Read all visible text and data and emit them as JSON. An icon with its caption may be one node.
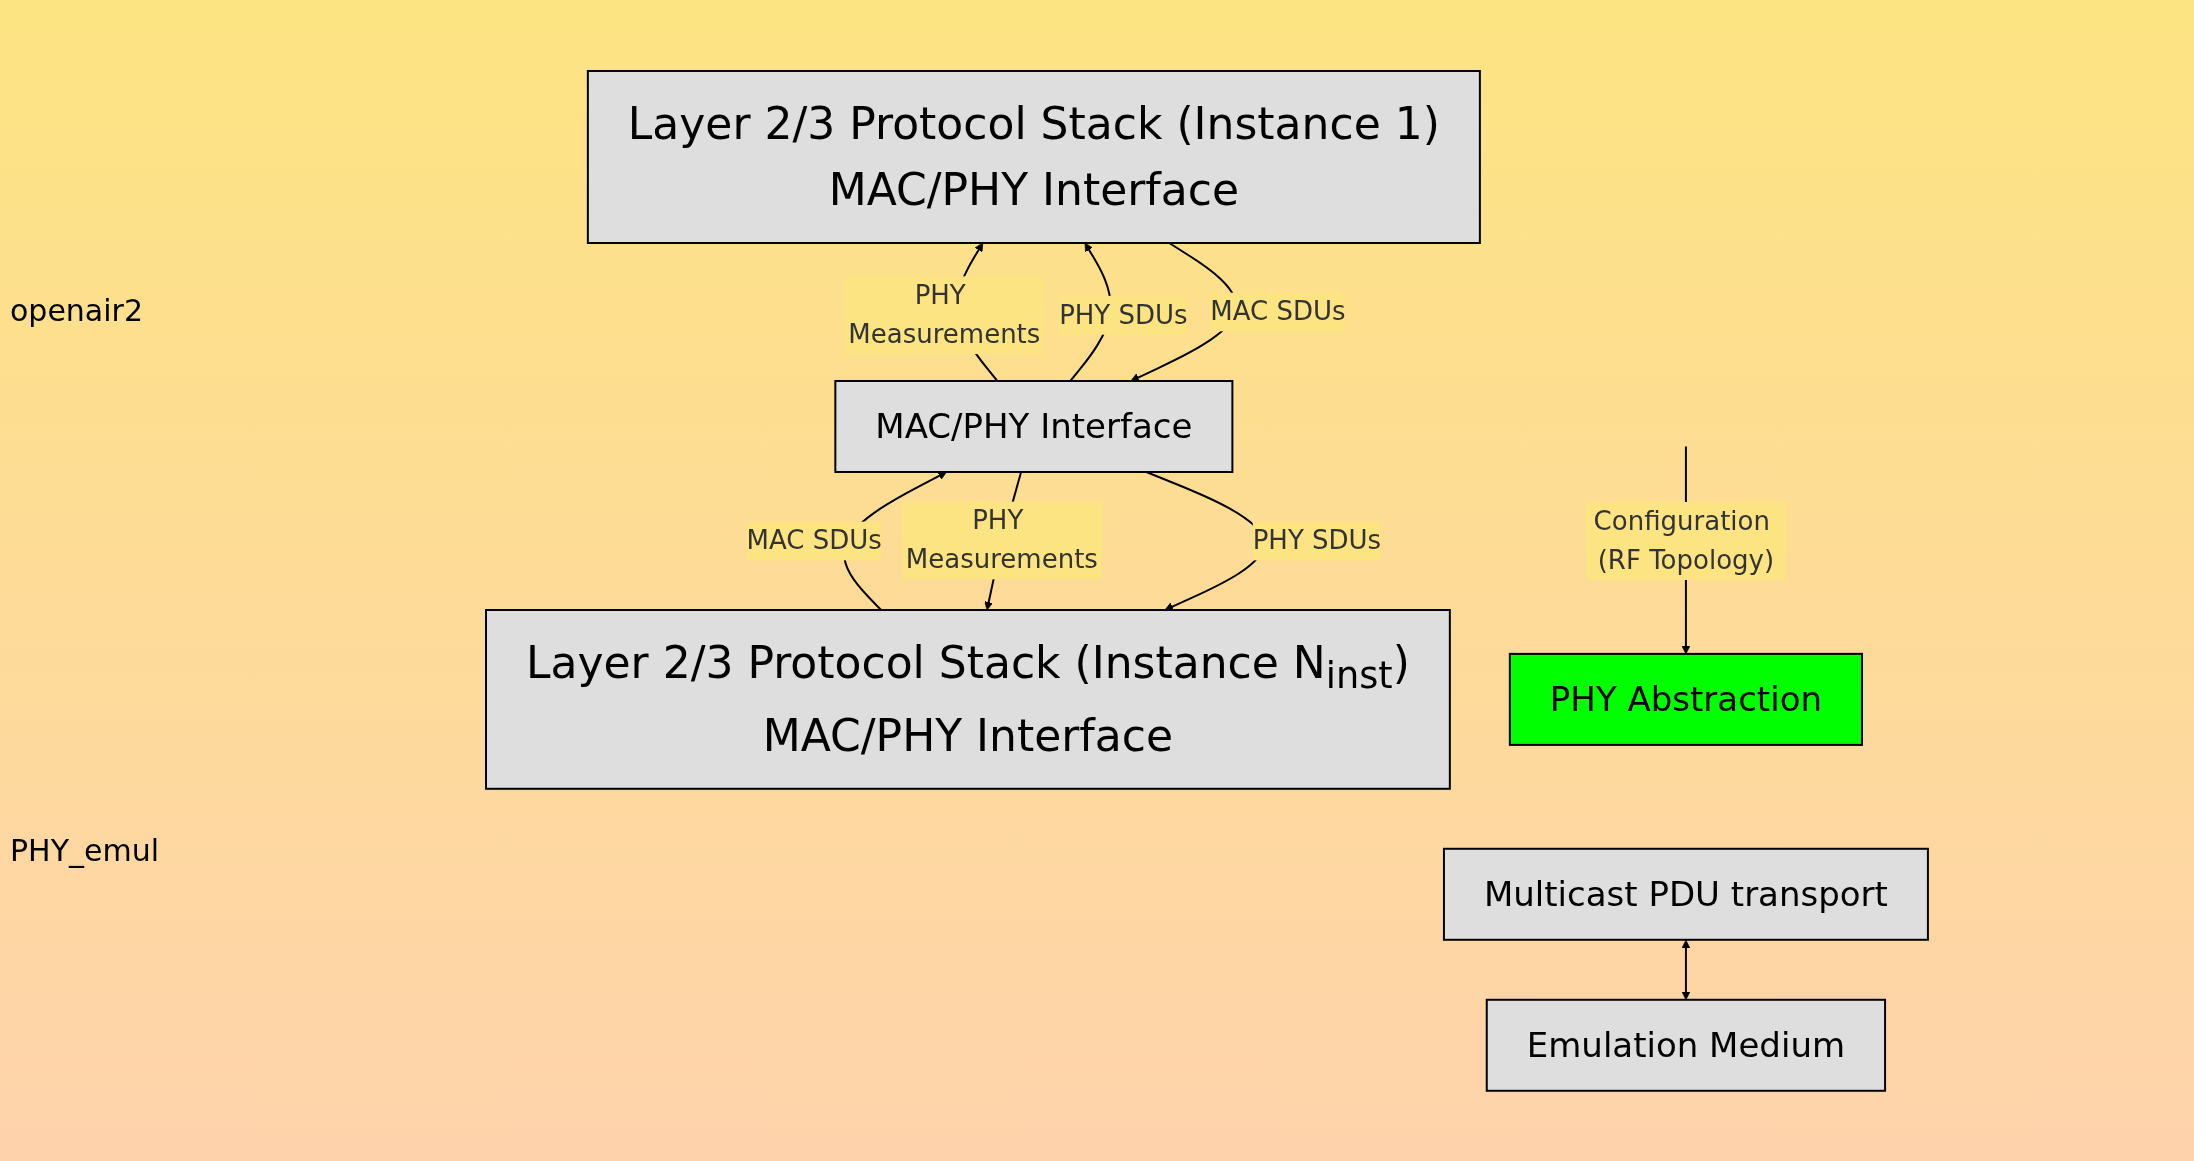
{
  "diagram": {
    "nodes": [
      {
        "text": [
          "Layer 2/3 Protocol Stack (Instance 1)",
          "MAC/PHY Interface"
        ]
      },
      {
        "text": [
          "Layer 2/3 Protocol Stack (Instance N$_{inst}$)",
          "MAC/PHY Interface"
        ]
      },
      {
        "text": [
          "MAC/PHY Interface"
        ]
      },
      {
        "text": [
          "PHY Abstraction"
        ]
      },
      {
        "text": [
          "Multicast PDU transport"
        ]
      },
      {
        "text": [
          "Emulation Medium"
        ]
      }
    ],
    "edges": [
      {
        "from": 0,
        "to": 2,
        "arrow": "to",
        "label": "MAC SDUs"
      },
      {
        "from": 2,
        "to": 0,
        "arrow": "to",
        "label": "PHY SDUs"
      },
      {
        "from": 2,
        "to": 0,
        "arrow": "to",
        "label": "PHY Measurements"
      },
      {
        "from": 1,
        "to": 2,
        "arrow": "to",
        "label": "MAC SDUs"
      },
      {
        "from": 2,
        "to": 1,
        "arrow": "to",
        "label": "PHY SDUs"
      },
      {
        "from": 2,
        "to": 1,
        "arrow": "to",
        "label": "PHY Measurements"
      },
      {
        "from": 4,
        "to": 5,
        "arrow": "both"
      },
      {
        "from": null,
        "to": 3,
        "arrow": "to",
        "label": "Configuration (RF Topology)"
      }
    ],
    "labels": [
      "openair2",
      "PHY_emul"
    ]
  }
}
